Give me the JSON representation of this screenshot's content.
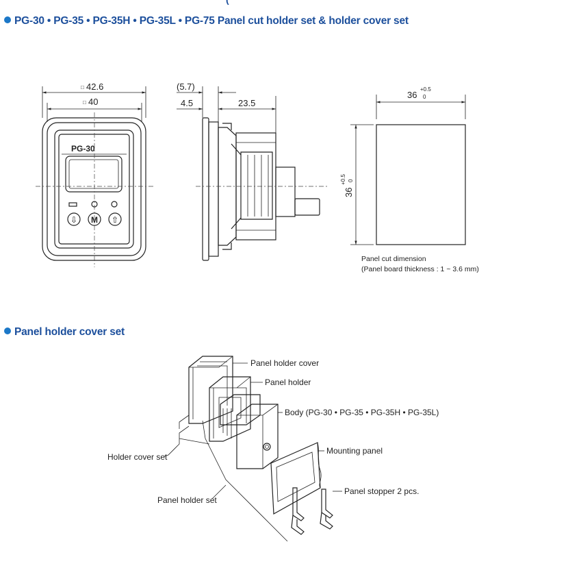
{
  "top_fragment": "(",
  "sections": {
    "cut_holder": {
      "title": "PG-30 • PG-35 • PG-35H • PG-35L • PG-75 Panel cut holder set & holder cover set"
    },
    "cover_set": {
      "title": "Panel holder cover set"
    }
  },
  "front_view": {
    "outer_dim_symbol": "□",
    "outer_dim": "42.6",
    "inner_dim_symbol": "□",
    "inner_dim": "40",
    "model_label": "PG-30",
    "button_down": "⇩",
    "button_mode": "M",
    "button_up": "⇧"
  },
  "side_view": {
    "dim_top": "(5.7)",
    "dim_left": "4.5",
    "dim_right": "23.5"
  },
  "panel_cut": {
    "width": "36",
    "width_tol_upper": "+0.5",
    "width_tol_lower": "0",
    "height": "36",
    "height_tol_upper": "+0.5",
    "height_tol_lower": "0",
    "caption_line1": "Panel cut dimension",
    "caption_line2": "(Panel board thickness : 1 ~ 3.6 mm)"
  },
  "exploded": {
    "labels": {
      "holder_cover": "Panel holder cover",
      "panel_holder": "Panel holder",
      "body": "Body (PG-30 • PG-35 • PG-35H • PG-35L)",
      "mounting_panel": "Mounting panel",
      "stopper": "Panel stopper 2 pcs.",
      "holder_cover_set": "Holder cover set",
      "panel_holder_set": "Panel holder set"
    }
  }
}
